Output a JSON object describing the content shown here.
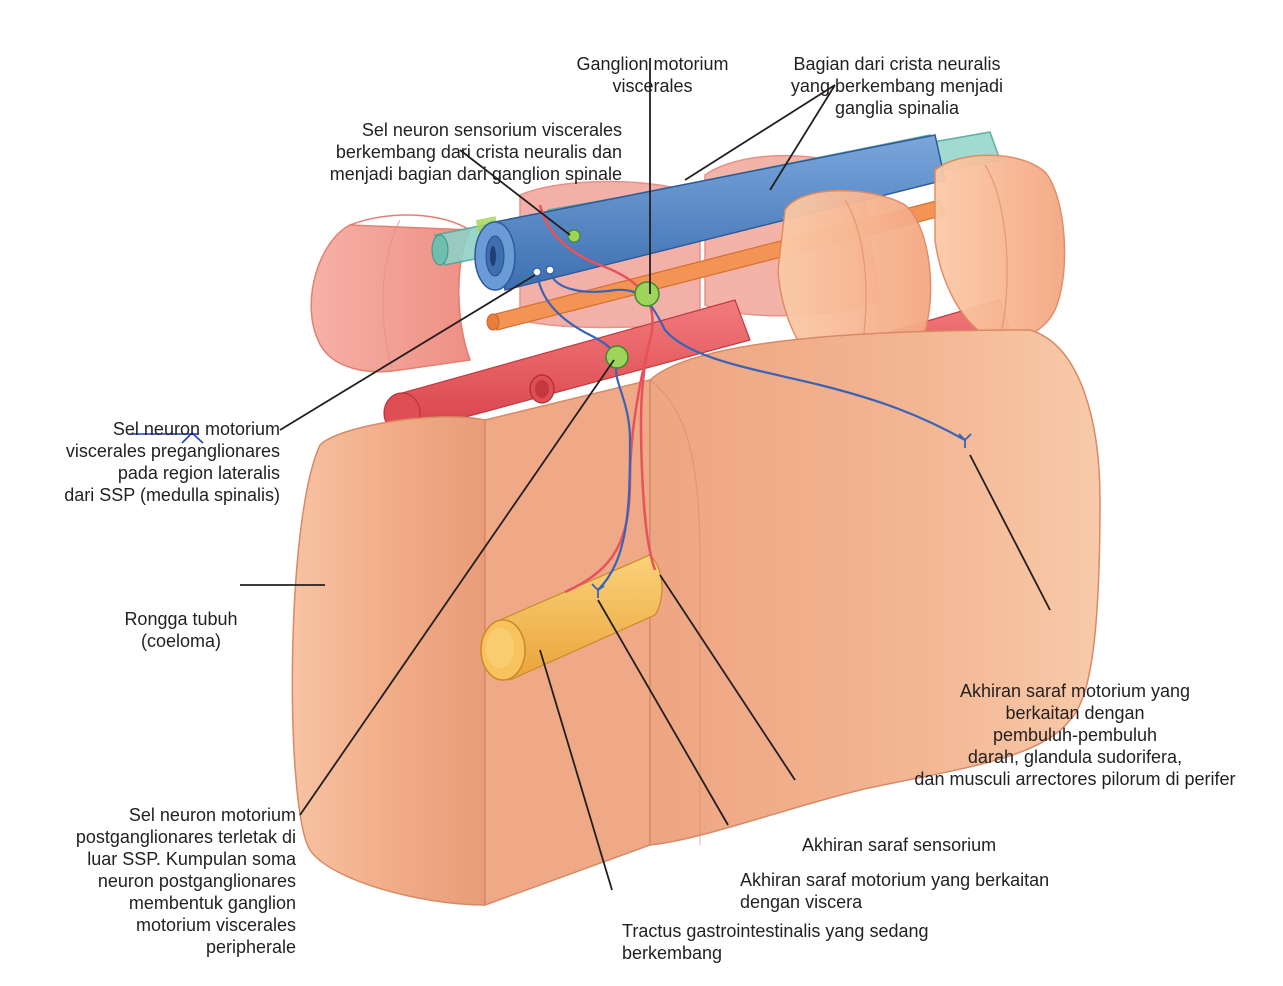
{
  "labels": {
    "ganglion_motorium": [
      "Ganglion motorium",
      "viscerales"
    ],
    "crista_neuralis": [
      "Bagian dari crista neuralis",
      "yang berkembang menjadi",
      "ganglia spinalia"
    ],
    "sensorium_cells": [
      "Sel neuron sensorium viscerales",
      "berkembang dari crista neuralis dan",
      "menjadi bagian dari ganglion spinale"
    ],
    "preganglionares": [
      "Sel neuron motorium",
      "viscerales preganglionares",
      "pada region lateralis",
      "dari SSP (medulla spinalis)"
    ],
    "rongga_tubuh": [
      "Rongga tubuh",
      "(coeloma)"
    ],
    "postganglionares": [
      "Sel neuron motorium",
      "postganglionares terletak di",
      "luar SSP. Kumpulan soma",
      "neuron postganglionares",
      "membentuk ganglion",
      "motorium viscerales",
      "peripherale"
    ],
    "akhiran_perifer": [
      "Akhiran saraf motorium yang",
      "berkaitan dengan",
      "pembuluh-pembuluh",
      "darah, glandula sudorifera,",
      "dan musculi arrectores pilorum di perifer"
    ],
    "akhiran_sensorium": [
      "Akhiran saraf sensorium"
    ],
    "akhiran_viscera": [
      "Akhiran saraf motorium yang berkaitan",
      "dengan viscera"
    ],
    "tractus": [
      "Tractus gastrointestinalis yang sedang",
      "berkembang"
    ]
  },
  "colors": {
    "body_wall": "#f1b08c",
    "body_wall_dark": "#e39a78",
    "somite": "#f2a59a",
    "artery": "#e9585c",
    "orange_tube": "#f08a4b",
    "spinal_cord": "#4f86c6",
    "crest": "#7fc9bd",
    "ganglion": "#8fcc4a",
    "gut": "#f6b84c",
    "nerve_red": "#e8525a",
    "nerve_blue": "#3b63b5"
  }
}
